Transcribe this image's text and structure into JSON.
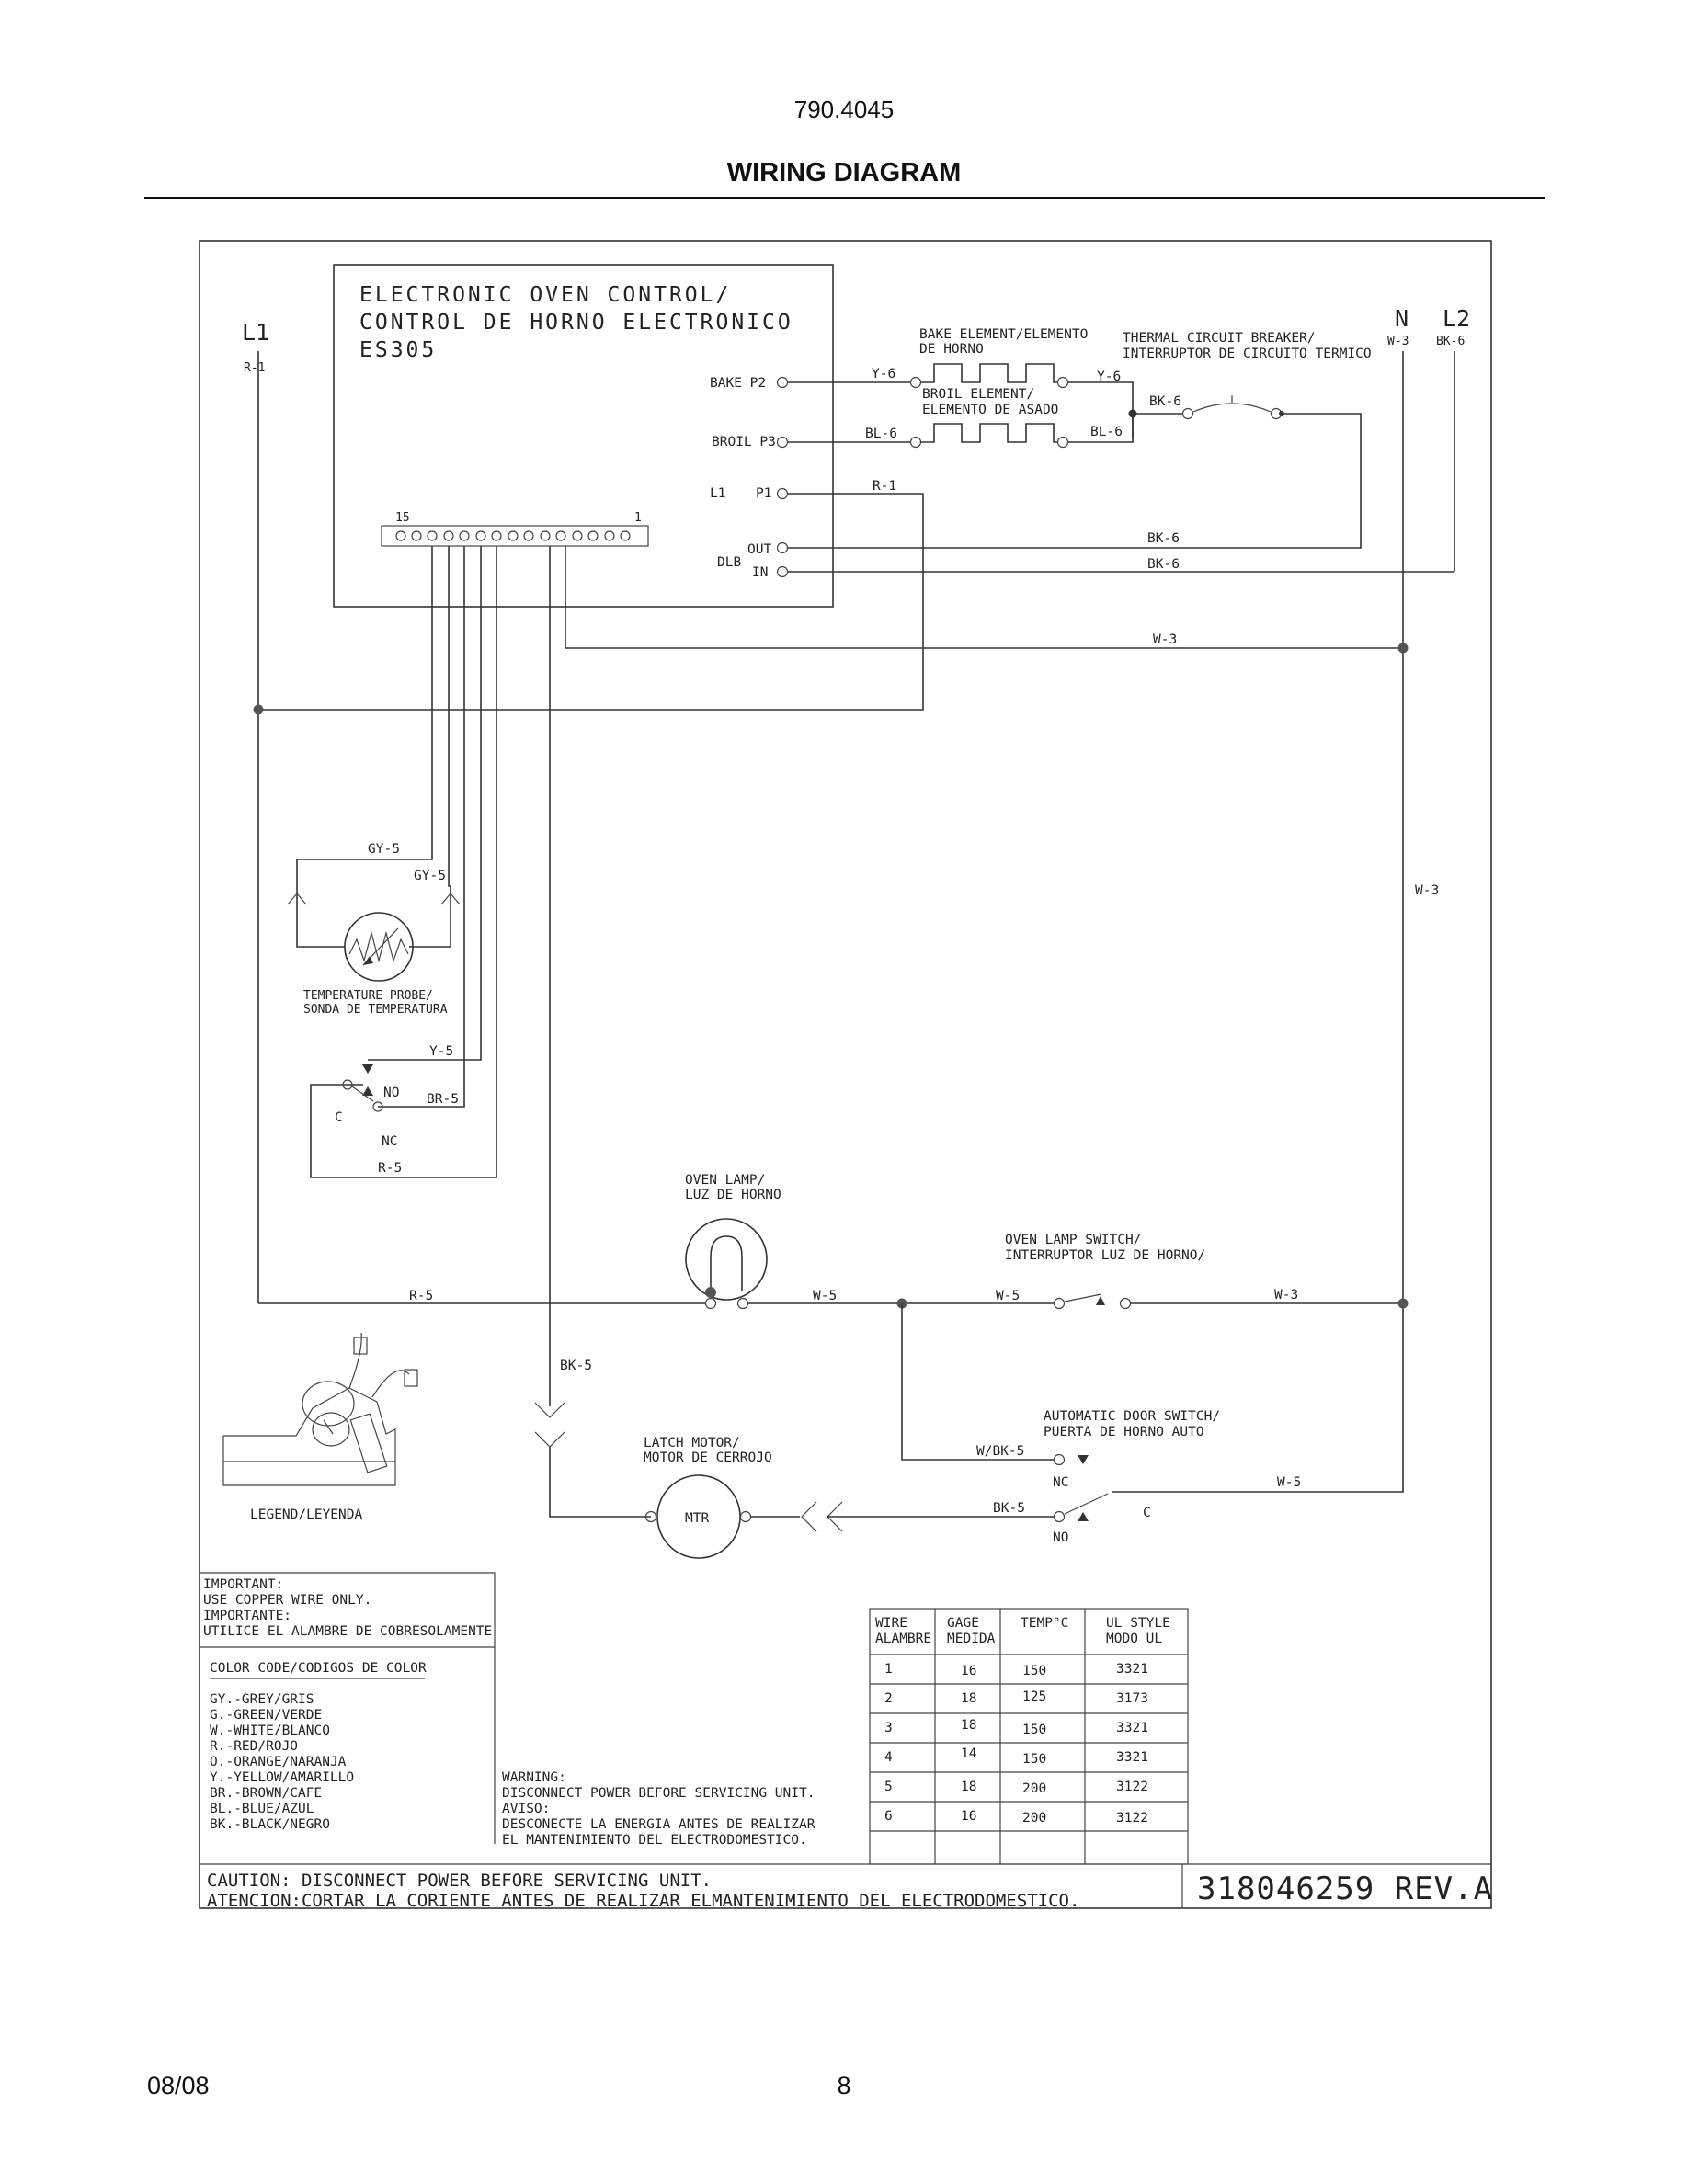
{
  "header": {
    "model": "790.4045",
    "title": "WIRING DIAGRAM"
  },
  "footer": {
    "date": "08/08",
    "page": "8"
  },
  "diagram": {
    "control": {
      "line1": "ELECTRONIC OVEN CONTROL/",
      "line2": "CONTROL DE HORNO ELECTRONICO",
      "line3": "ES305"
    },
    "terminals": {
      "bake": "BAKE  P2",
      "broil": "BROIL P3",
      "l1": "L1",
      "p1": "P1",
      "out": "OUT",
      "dlb": "DLB",
      "in": "IN",
      "conn_15": "15",
      "conn_1": "1"
    },
    "lines": {
      "l1": "L1",
      "n": "N",
      "l2": "L2"
    },
    "components": {
      "bake_element_1": "BAKE ELEMENT/ELEMENTO",
      "bake_element_2": "DE HORNO",
      "broil_element_1": "BROIL ELEMENT/",
      "broil_element_2": "ELEMENTO DE ASADO",
      "breaker_1": "THERMAL CIRCUIT BREAKER/",
      "breaker_2": "INTERRUPTOR DE CIRCUITO TERMICO",
      "probe_1": "TEMPERATURE PROBE/",
      "probe_2": "SONDA DE TEMPERATURA",
      "lamp_1": "OVEN LAMP/",
      "lamp_2": "LUZ DE HORNO",
      "lamp_switch_1": "OVEN LAMP SWITCH/",
      "lamp_switch_2": "INTERRUPTOR LUZ DE HORNO/",
      "door_switch_1": "AUTOMATIC DOOR SWITCH/",
      "door_switch_2": "PUERTA DE HORNO AUTO",
      "latch_1": "LATCH MOTOR/",
      "latch_2": "MOTOR DE CERROJO",
      "mtr": "MTR",
      "legend": "LEGEND/LEYENDA",
      "no": "NO",
      "nc": "NC",
      "c": "C"
    },
    "wires": {
      "r1": "R-1",
      "w3": "W-3",
      "bk6": "BK-6",
      "y6": "Y-6",
      "bl6": "BL-6",
      "gy5": "GY-5",
      "y5": "Y-5",
      "br5": "BR-5",
      "r5": "R-5",
      "w5": "W-5",
      "bk5": "BK-5",
      "wbk5": "W/BK-5"
    },
    "important": [
      "IMPORTANT:",
      "USE COPPER WIRE ONLY.",
      "IMPORTANTE:",
      "UTILICE EL ALAMBRE DE COBRESOLAMENTE"
    ],
    "color_code": {
      "title": "COLOR CODE/CODIGOS DE COLOR",
      "items": [
        "GY.-GREY/GRIS",
        "G.-GREEN/VERDE",
        "W.-WHITE/BLANCO",
        "R.-RED/ROJO",
        "O.-ORANGE/NARANJA",
        "Y.-YELLOW/AMARILLO",
        "BR.-BROWN/CAFE",
        "BL.-BLUE/AZUL",
        "BK.-BLACK/NEGRO"
      ]
    },
    "warning": [
      "WARNING:",
      "DISCONNECT POWER BEFORE SERVICING UNIT.",
      "AVISO:",
      "DESCONECTE LA ENERGIA ANTES DE REALIZAR",
      "EL MANTENIMIENTO DEL ELECTRODOMESTICO."
    ],
    "wire_table": {
      "headers": [
        [
          "WIRE",
          "ALAMBRE"
        ],
        [
          "GAGE",
          "MEDIDA"
        ],
        [
          "TEMP°C"
        ],
        [
          "UL STYLE",
          "MODO UL"
        ]
      ],
      "rows": [
        [
          "1",
          "16",
          "150",
          "3321"
        ],
        [
          "2",
          "18",
          "125",
          "3173"
        ],
        [
          "3",
          "18",
          "150",
          "3321"
        ],
        [
          "4",
          "14",
          "150",
          "3321"
        ],
        [
          "5",
          "18",
          "200",
          "3122"
        ],
        [
          "6",
          "16",
          "200",
          "3122"
        ]
      ]
    },
    "caution": [
      "CAUTION: DISCONNECT POWER BEFORE SERVICING UNIT.",
      "ATENCION:CORTAR LA CORIENTE ANTES DE REALIZAR ELMANTENIMIENTO DEL ELECTRODOMESTICO."
    ],
    "doc_number": "318046259 REV.A"
  }
}
